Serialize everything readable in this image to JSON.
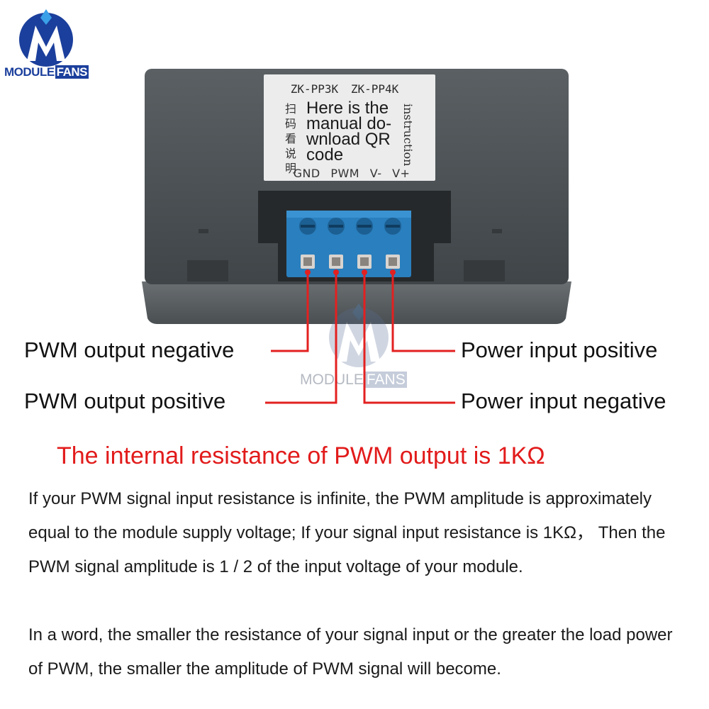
{
  "logo": {
    "word_module": "MODULE",
    "word_fans": "FANS"
  },
  "watermark": {
    "word_module": "MODULE",
    "word_fans": "FANS"
  },
  "sticker": {
    "models": "ZK-PP3K ZK-PP4K",
    "cjk_text": "扫码看说明",
    "main_text": "Here is the\nmanual do-\nwnload QR\ncode",
    "vertical_text": "instruction",
    "pins": "GND PWM V- V+"
  },
  "labels": {
    "pwm_output_negative": "PWM output negative",
    "pwm_output_positive": "PWM output positive",
    "power_input_positive": "Power input positive",
    "power_input_negative": "Power input negative"
  },
  "headline": "The internal resistance of PWM output is 1KΩ",
  "paragraph1": "If your PWM signal input resistance is infinite, the PWM amplitude is approximately equal to the module supply voltage; If your signal input resistance is 1KΩ， Then the PWM signal amplitude is 1 / 2 of the input voltage of your module.",
  "paragraph2": "In a word, the smaller the resistance of your signal input or the greater the load power of PWM, the smaller the amplitude of PWM signal will become.",
  "colors": {
    "logo_blue": "#1b3f9c",
    "headline_red": "#e21b1b",
    "wire_red": "#e32020",
    "terminal_blue": "#2a7fbe",
    "housing_grey": "#4c5255"
  }
}
